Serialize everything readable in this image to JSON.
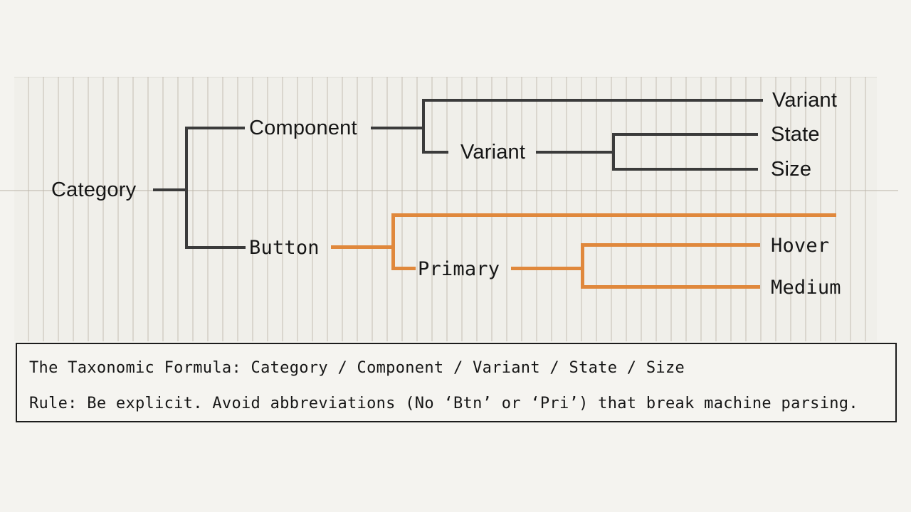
{
  "colors": {
    "page_bg": "#f4f3ef",
    "band_bg": "#f0efea",
    "branch_dark": "#3b3b3b",
    "branch_accent": "#e0883c",
    "text": "#161616",
    "box_border": "#1c1c1c",
    "box_bg": "#f5f4f0"
  },
  "tree": {
    "root": "Category",
    "schema": {
      "component": "Component",
      "variant_top": "Variant",
      "variant_mid": "Variant",
      "state": "State",
      "size": "Size"
    },
    "example": {
      "button": "Button",
      "primary": "Primary",
      "hover": "Hover",
      "medium": "Medium"
    }
  },
  "footer": {
    "line1": "The Taxonomic Formula: Category / Component / Variant / State / Size",
    "line2": "Rule: Be explicit. Avoid abbreviations (No ‘Btn’ or ‘Pri’) that break machine parsing."
  }
}
